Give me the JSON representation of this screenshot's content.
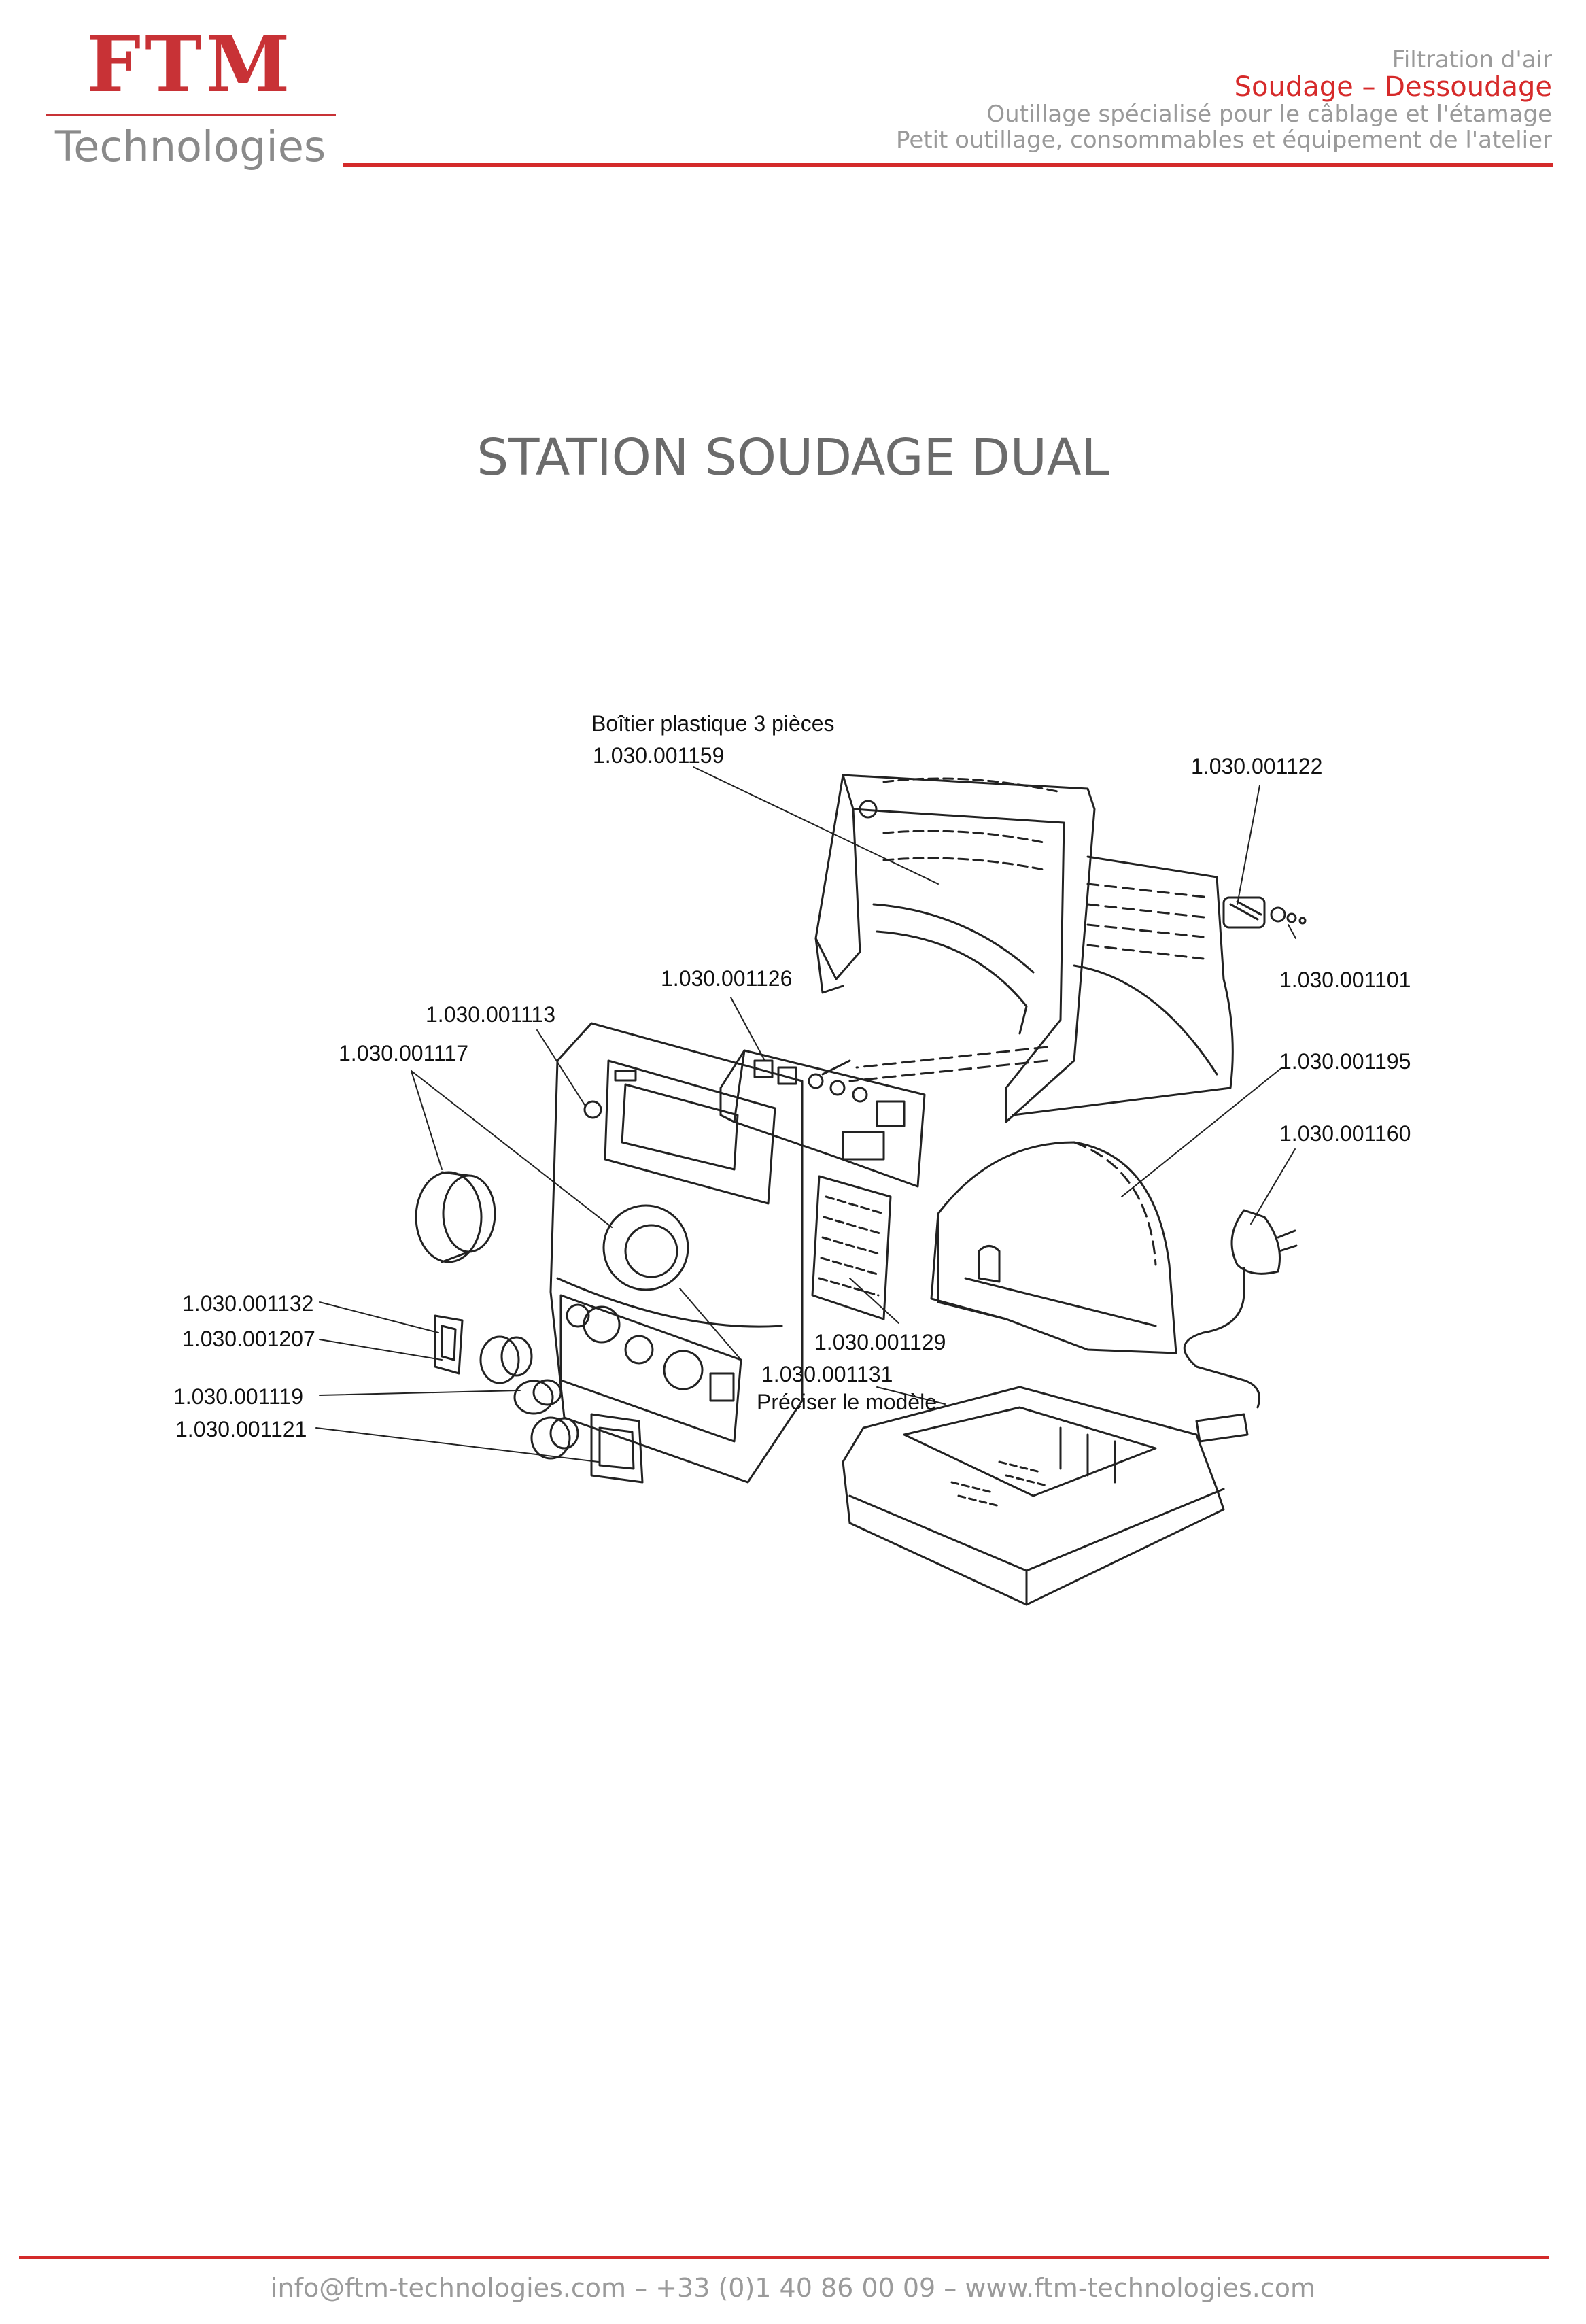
{
  "logo": {
    "word": "FTM",
    "subword": "Technologies",
    "brand_color": "#c83236"
  },
  "nav": {
    "items": [
      "Filtration d'air",
      "Soudage – Dessoudage",
      "Outillage spécialisé pour le câblage et l'étamage",
      "Petit outillage, consommables et équipement de l'atelier"
    ],
    "active_color": "#d62a2a"
  },
  "title": "STATION SOUDAGE DUAL",
  "labels": {
    "boitier_desc": "Boîtier plastique 3 pièces",
    "p159": "1.030.001159",
    "p122": "1.030.001122",
    "p126": "1.030.001126",
    "p101": "1.030.001101",
    "p113": "1.030.001113",
    "p117": "1.030.001117",
    "p195": "1.030.001195",
    "p160": "1.030.001160",
    "p132": "1.030.001132",
    "p207": "1.030.001207",
    "p129": "1.030.001129",
    "p131": "1.030.001131",
    "p131_note": "Préciser le modèle",
    "p119": "1.030.001119",
    "p121": "1.030.001121"
  },
  "footer": {
    "contact": "info@ftm-technologies.com – +33 (0)1 40 86 00 09 – www.ftm-technologies.com"
  },
  "accent_color": "#d42a2a"
}
